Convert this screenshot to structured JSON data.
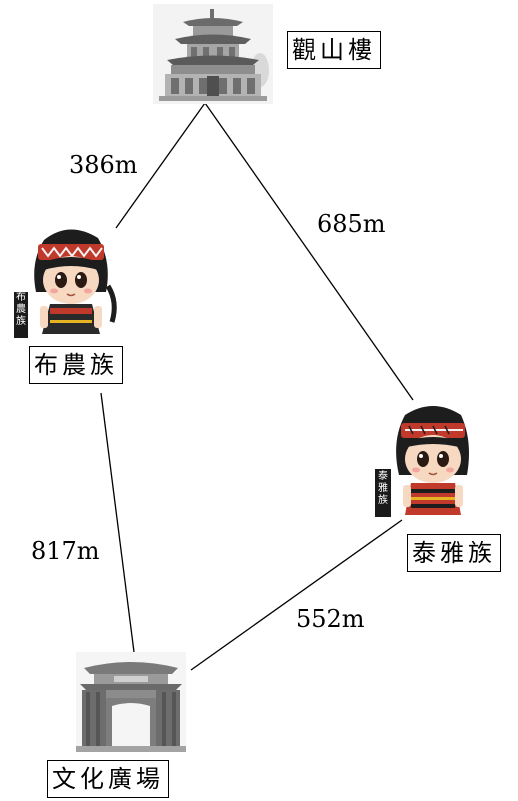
{
  "nodes": {
    "guanshan": {
      "label": "觀山樓",
      "icon": "tower-icon"
    },
    "bunun": {
      "label": "布農族",
      "icon": "bunun-character-icon",
      "sash": "布\n農\n族"
    },
    "atayal": {
      "label": "泰雅族",
      "icon": "atayal-character-icon",
      "sash": "泰\n雅\n族"
    },
    "plaza": {
      "label": "文化廣場",
      "icon": "gate-icon"
    }
  },
  "edges": [
    {
      "from": "guanshan",
      "to": "bunun",
      "distance": "386m"
    },
    {
      "from": "guanshan",
      "to": "atayal",
      "distance": "685m"
    },
    {
      "from": "bunun",
      "to": "plaza",
      "distance": "817m"
    },
    {
      "from": "atayal",
      "to": "plaza",
      "distance": "552m"
    }
  ]
}
